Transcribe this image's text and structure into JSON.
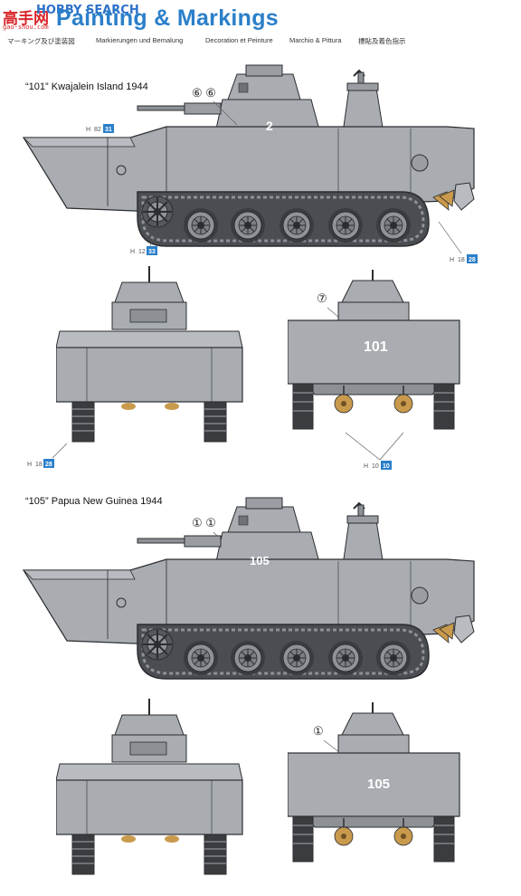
{
  "watermark": {
    "cn": "高手网",
    "en": "HOBBY SEARCH",
    "url": "gao-shou.com"
  },
  "header": {
    "title": "Painting & Markings",
    "languages": [
      "マーキング及び塗装図",
      "Markierungen und Bemalung",
      "Decoration et Peinture",
      "Marchio & Pittura",
      "標貼及着色指示"
    ]
  },
  "schemes": [
    {
      "label": "“101” Kwajalein Island 1944",
      "hull_number": "101",
      "marker_side": "⑥ ⑥",
      "marker_rear": "⑦",
      "callouts": {
        "side_bow": {
          "prefix": "H",
          "code": "82",
          "num": "31"
        },
        "side_wheel": {
          "prefix": "H",
          "code": "12",
          "num": "33"
        },
        "side_stern": {
          "prefix": "H",
          "code": "18",
          "num": "28"
        },
        "front_track": {
          "prefix": "H",
          "code": "18",
          "num": "28"
        },
        "rear_props": {
          "prefix": "H",
          "code": "10",
          "num": "10"
        }
      }
    },
    {
      "label": "“105” Papua New Guinea 1944",
      "hull_number": "105",
      "marker_side": "① ①",
      "marker_rear": "①"
    }
  ],
  "colors": {
    "hull": "#a9adb1",
    "hull_dark": "#8d9196",
    "shadow": "#6e7277",
    "prop": "#c99a4c",
    "accent": "#2a7fc9",
    "outline": "#2b2d30"
  }
}
